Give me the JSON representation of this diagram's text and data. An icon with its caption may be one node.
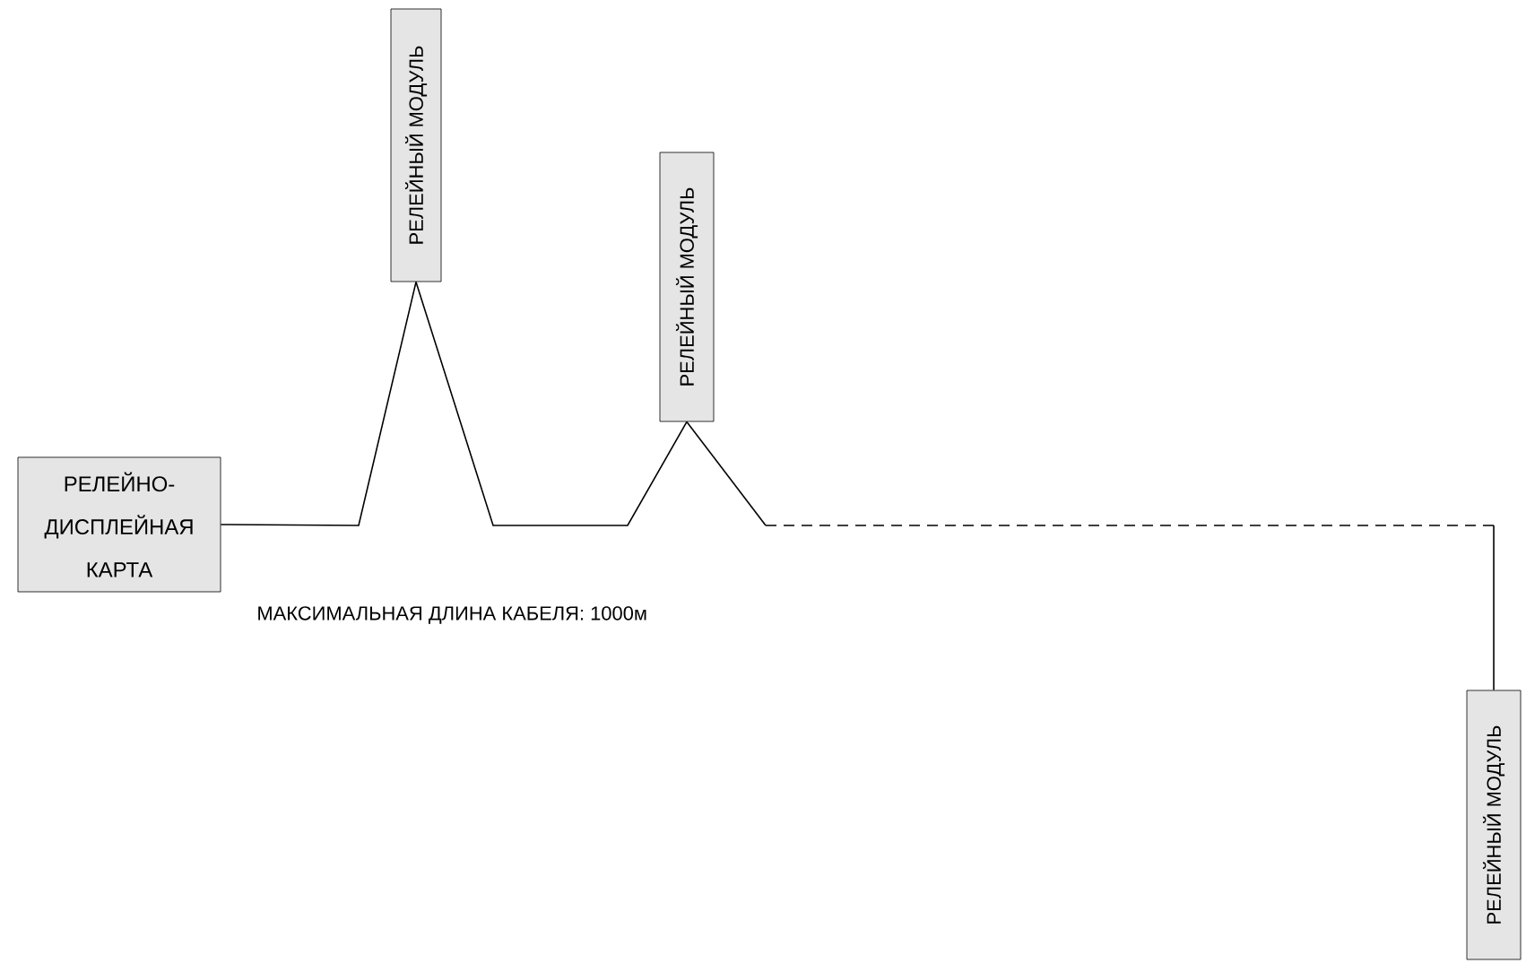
{
  "diagram": {
    "nodes": [
      {
        "text": [
          "РЕЛЕЙНО-ДИСПЛЕЙНАЯ КАРТА"
        ]
      },
      {
        "text": [
          "РЕЛЕЙНЫЙ МОДУЛЬ"
        ]
      },
      {
        "text": [
          "РЕЛЕЙНЫЙ МОДУЛЬ"
        ]
      },
      {
        "text": [
          "РЕЛЕЙНЫЙ МОДУЛЬ"
        ]
      }
    ],
    "edges": [
      {
        "from": 0,
        "to": 1,
        "arrow": "none"
      },
      {
        "from": 1,
        "to": 2,
        "arrow": "none"
      },
      {
        "from": 2,
        "to": 3,
        "arrow": "none",
        "style": "dashed"
      }
    ],
    "labels": [
      "МАКСИМАЛЬНАЯ ДЛИНА КАБЕЛЯ: 1000м"
    ]
  }
}
